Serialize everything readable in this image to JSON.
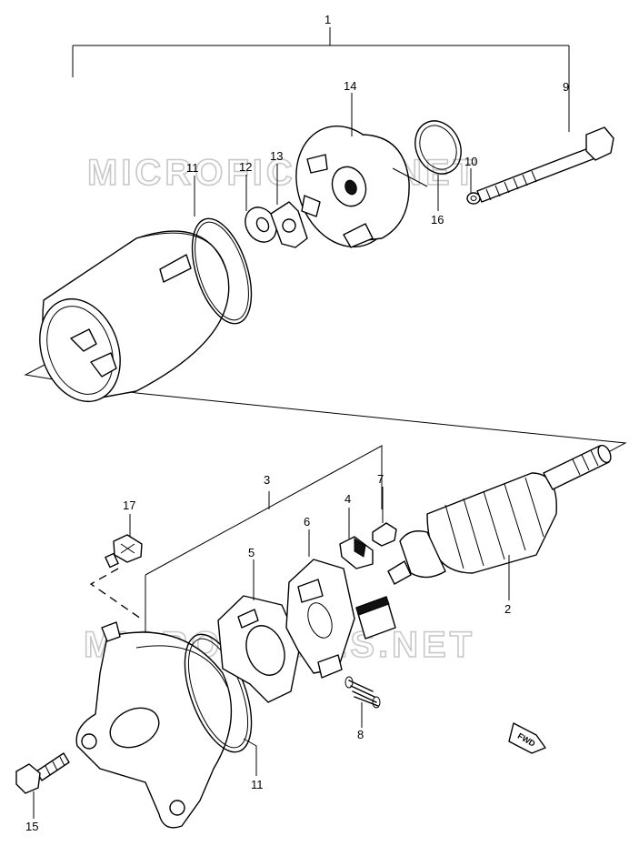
{
  "watermarks": [
    "MICROFICHES.NET",
    "MICROFICHES.NET"
  ],
  "fwd_badge": "FWD",
  "callouts": {
    "c1": "1",
    "c2": "2",
    "c3": "3",
    "c4": "4",
    "c5": "5",
    "c6": "6",
    "c7": "7",
    "c8": "8",
    "c9": "9",
    "c10": "10",
    "c11a": "11",
    "c11b": "11",
    "c12": "12",
    "c13": "13",
    "c14": "14",
    "c15": "15",
    "c16": "16",
    "c17": "17"
  }
}
